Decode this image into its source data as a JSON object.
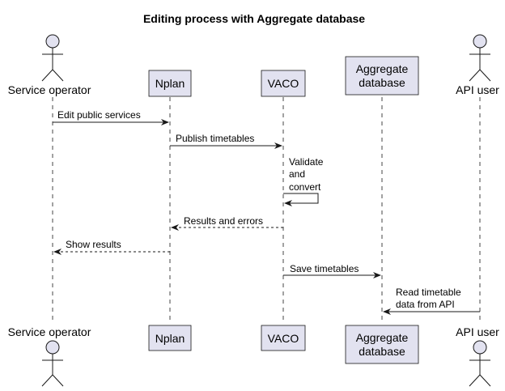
{
  "title": "Editing process with Aggregate database",
  "participants": {
    "service_operator": "Service operator",
    "nplan": "Nplan",
    "vaco": "VACO",
    "aggregate_line1": "Aggregate",
    "aggregate_line2": "database",
    "api_user": "API user"
  },
  "messages": {
    "m1": "Edit public services",
    "m2": "Publish timetables",
    "m3_line1": "Validate",
    "m3_line2": "and",
    "m3_line3": "convert",
    "m4": "Results and errors",
    "m5": "Show results",
    "m6": "Save timetables",
    "m7_line1": "Read timetable",
    "m7_line2": "data from API"
  },
  "colors": {
    "participant_fill": "#E2E2F0",
    "line": "#181818"
  }
}
